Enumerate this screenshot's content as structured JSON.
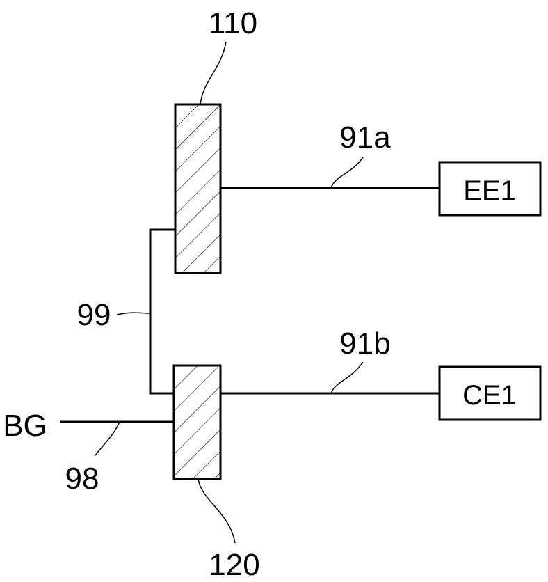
{
  "diagram": {
    "labels": {
      "ref_110": "110",
      "ref_120": "120",
      "ref_91a": "91a",
      "ref_91b": "91b",
      "ref_99": "99",
      "ref_98": "98",
      "bg": "BG"
    },
    "boxes": {
      "ee1": "EE1",
      "ce1": "CE1"
    }
  }
}
